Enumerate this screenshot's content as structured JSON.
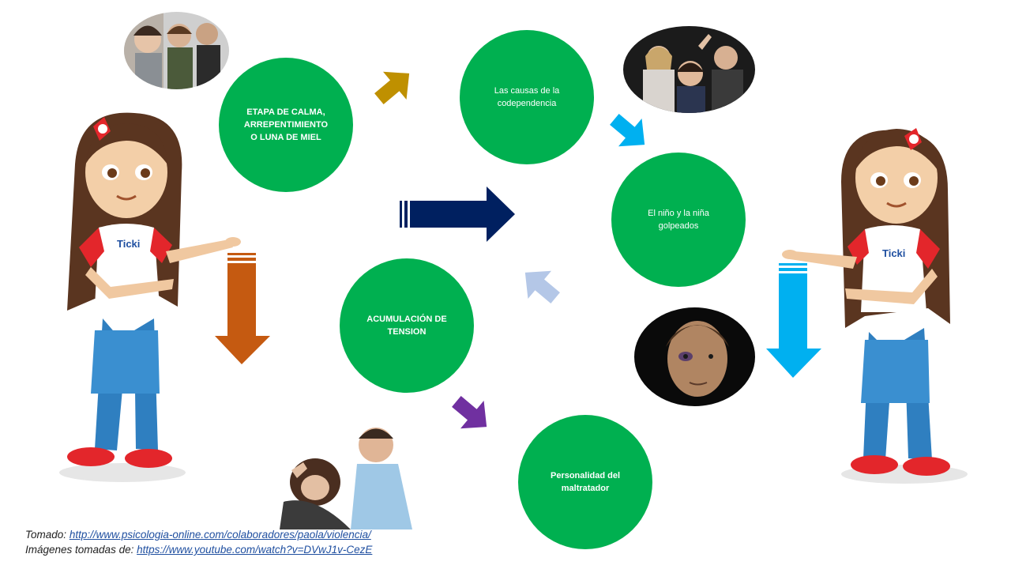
{
  "circles": {
    "calma": "ETAPA DE CALMA,\nARREPENTIMIENTO\nO LUNA DE MIEL",
    "causas": "Las causas de la\ncodependencia",
    "nino": "El niño y la niña\ngolpeados",
    "acumulacion": "ACUMULACIÓN DE\nTENSION",
    "personalidad": "Personalidad del\nmaltratador"
  },
  "mascot": {
    "left_shirt_text": "Ticki",
    "right_shirt_text": "Ticki"
  },
  "credits": {
    "source_label": "Tomado:",
    "source_link": "http://www.psicologia-online.com/colaboradores/paola/violencia/",
    "images_label": "Imágenes tomadas de:",
    "images_link": "https://www.youtube.com/watch?v=DVwJ1v-CezE"
  },
  "colors": {
    "circle_green": "#00b050",
    "arrow_gold": "#bf9000",
    "arrow_navy": "#002060",
    "arrow_orange": "#c55a11",
    "arrow_cyan": "#00b0f0",
    "arrow_lightblue": "#b4c7e7",
    "arrow_purple": "#7030a0"
  },
  "icons": [
    "gold-arrow-icon",
    "navy-arrow-icon",
    "orange-down-arrow-icon",
    "cyan-arrow-icon",
    "cyan-down-arrow-icon",
    "lightblue-arrow-icon",
    "purple-arrow-icon"
  ]
}
